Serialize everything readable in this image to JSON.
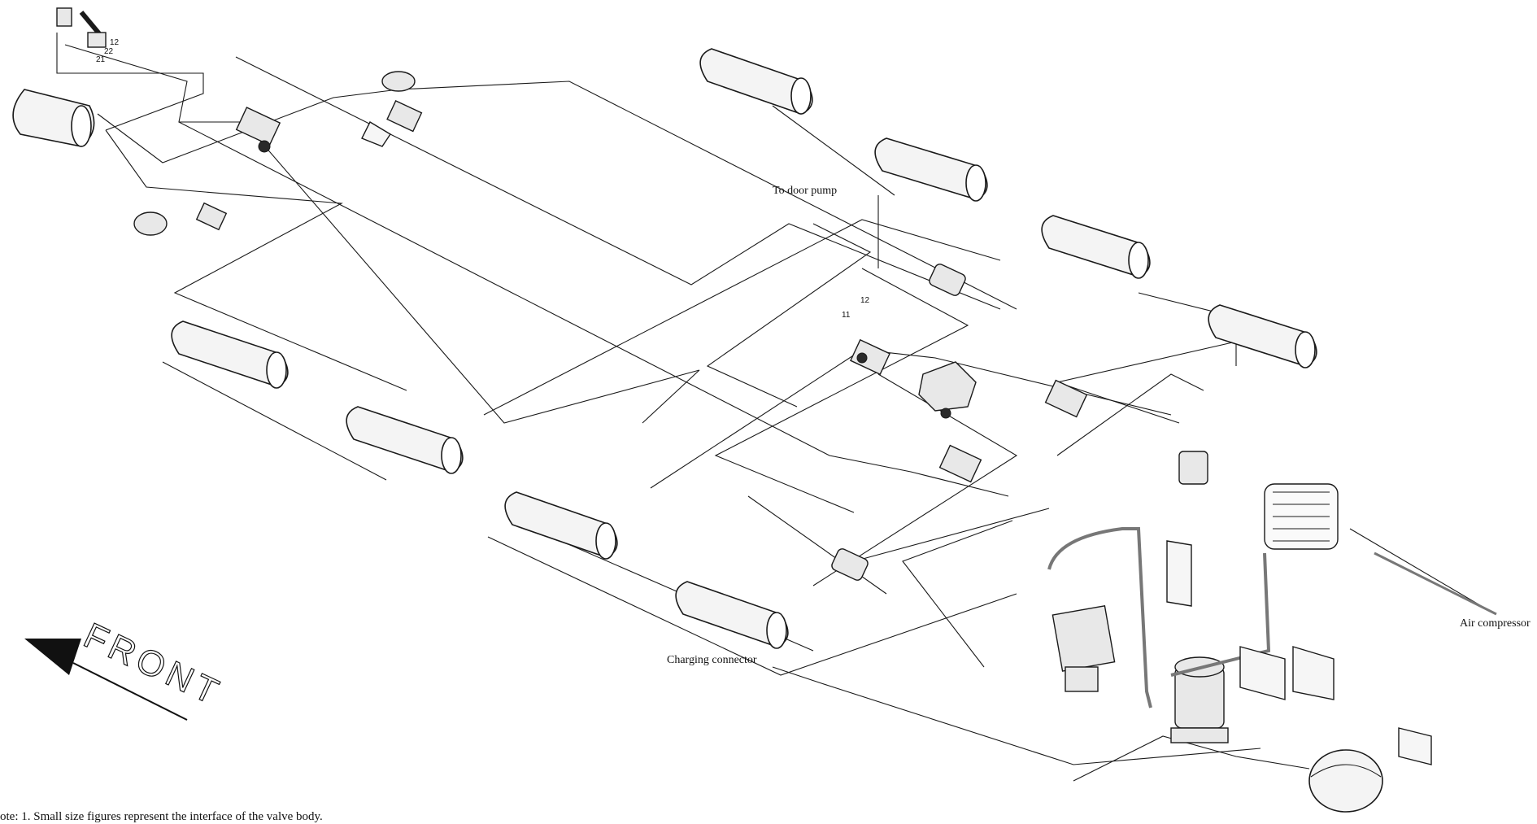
{
  "labels": {
    "door_pump": "To door pump",
    "charging_connector": "Charging connector",
    "air_compressor": "Air compressor",
    "front": "FRONT",
    "port_11": "11",
    "port_12": "12",
    "port_21": "21",
    "port_22": "22"
  },
  "note": "ote: 1. Small size figures represent the interface of the valve body."
}
